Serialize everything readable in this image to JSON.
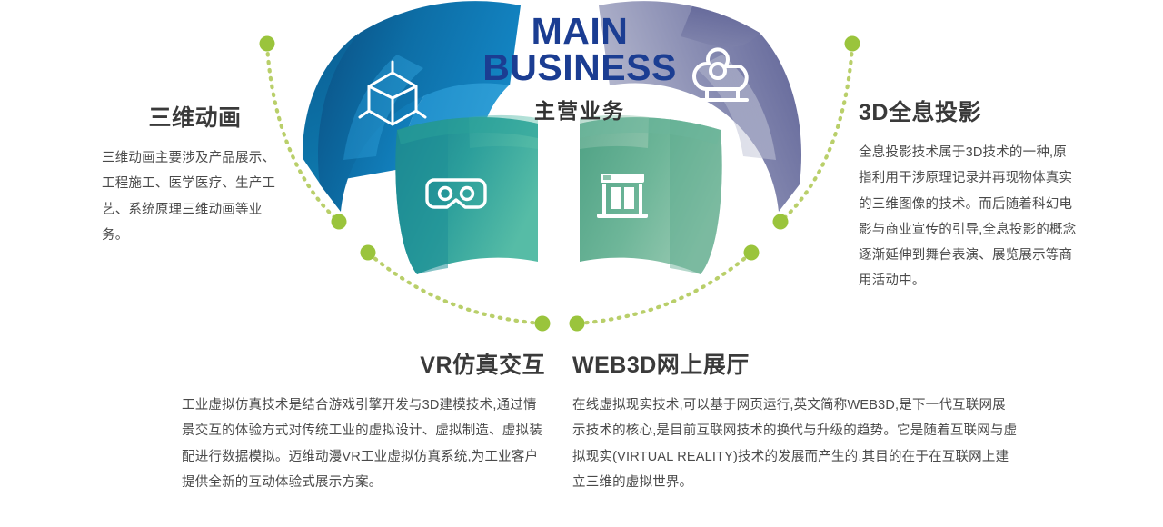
{
  "center": {
    "title_line1": "MAIN",
    "title_line2": "BUSINESS",
    "subtitle": "主营业务",
    "title_color": "#1b3d92",
    "subtitle_color": "#333333"
  },
  "accent": {
    "dot_color": "#9ac43c",
    "arc_color": "#b9cf6a"
  },
  "sections": [
    {
      "id": "three-d-animation",
      "heading": "三维动画",
      "body": "三维动画主要涉及产品展示、工程施工、医学医疗、生产工艺、系统原理三维动画等业务。",
      "icon": "cube-3d-icon",
      "petal_color_dark": "#085a92",
      "petal_color_light": "#2791cb",
      "position": "left"
    },
    {
      "id": "holographic-projection",
      "heading": "3D全息投影",
      "body": "全息投影技术属于3D技术的一种,原指利用干涉原理记录并再现物体真实的三维图像的技术。而后随着科幻电影与商业宣传的引导,全息投影的概念逐渐延伸到舞台表演、展览展示等商用活动中。",
      "icon": "hologram-projector-icon",
      "petal_color_dark": "#5a5f93",
      "petal_color_light": "#c3c6d8",
      "position": "right"
    },
    {
      "id": "vr-simulation",
      "heading": "VR仿真交互",
      "body": "工业虚拟仿真技术是结合游戏引擎开发与3D建模技术,通过情景交互的体验方式对传统工业的虚拟设计、虚拟制造、虚拟装配进行数据模拟。迈维动漫VR工业虚拟仿真系统,为工业客户提供全新的互动体验式展示方案。",
      "icon": "vr-goggles-icon",
      "petal_color_dark": "#1a8f99",
      "petal_color_light": "#4fb9a6",
      "position": "bottom-left"
    },
    {
      "id": "web3d-showroom",
      "heading": "WEB3D网上展厅",
      "body": "在线虚拟现实技术,可以基于网页运行,英文简称WEB3D,是下一代互联网展示技术的核心,是目前互联网技术的换代与升级的趋势。它是随着互联网与虚拟现实(VIRTUAL    REALITY)技术的发展而产生的,其目的在于在互联网上建立三维的虚拟世界。",
      "icon": "storefront-icon",
      "petal_color_dark": "#4fa185",
      "petal_color_light": "#8cc4ac",
      "position": "bottom-right"
    }
  ]
}
